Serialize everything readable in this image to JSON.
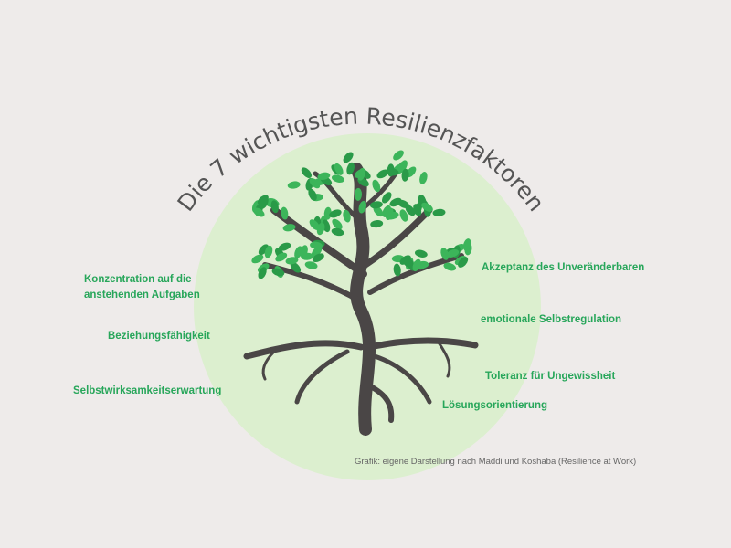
{
  "title": "Die 7 wichtigsten Resilienzfaktoren",
  "factors_left": [
    "Konzentration auf die",
    "anstehenden Aufgaben",
    "Beziehungsfähigkeit",
    "Selbstwirksamkeitserwartung"
  ],
  "factors_right": [
    "Akzeptanz des Unveränderbaren",
    "emotionale Selbstregulation",
    "Toleranz für Ungewissheit",
    "Lösungsorientierung"
  ],
  "credit": "Grafik: eigene Darstellung nach Maddi und Koshaba (Resilience at Work)",
  "colors": {
    "circle": "#dcefcf",
    "text": "#27a65a",
    "tree": "#4a4646",
    "leaf": "#2a9a48"
  }
}
